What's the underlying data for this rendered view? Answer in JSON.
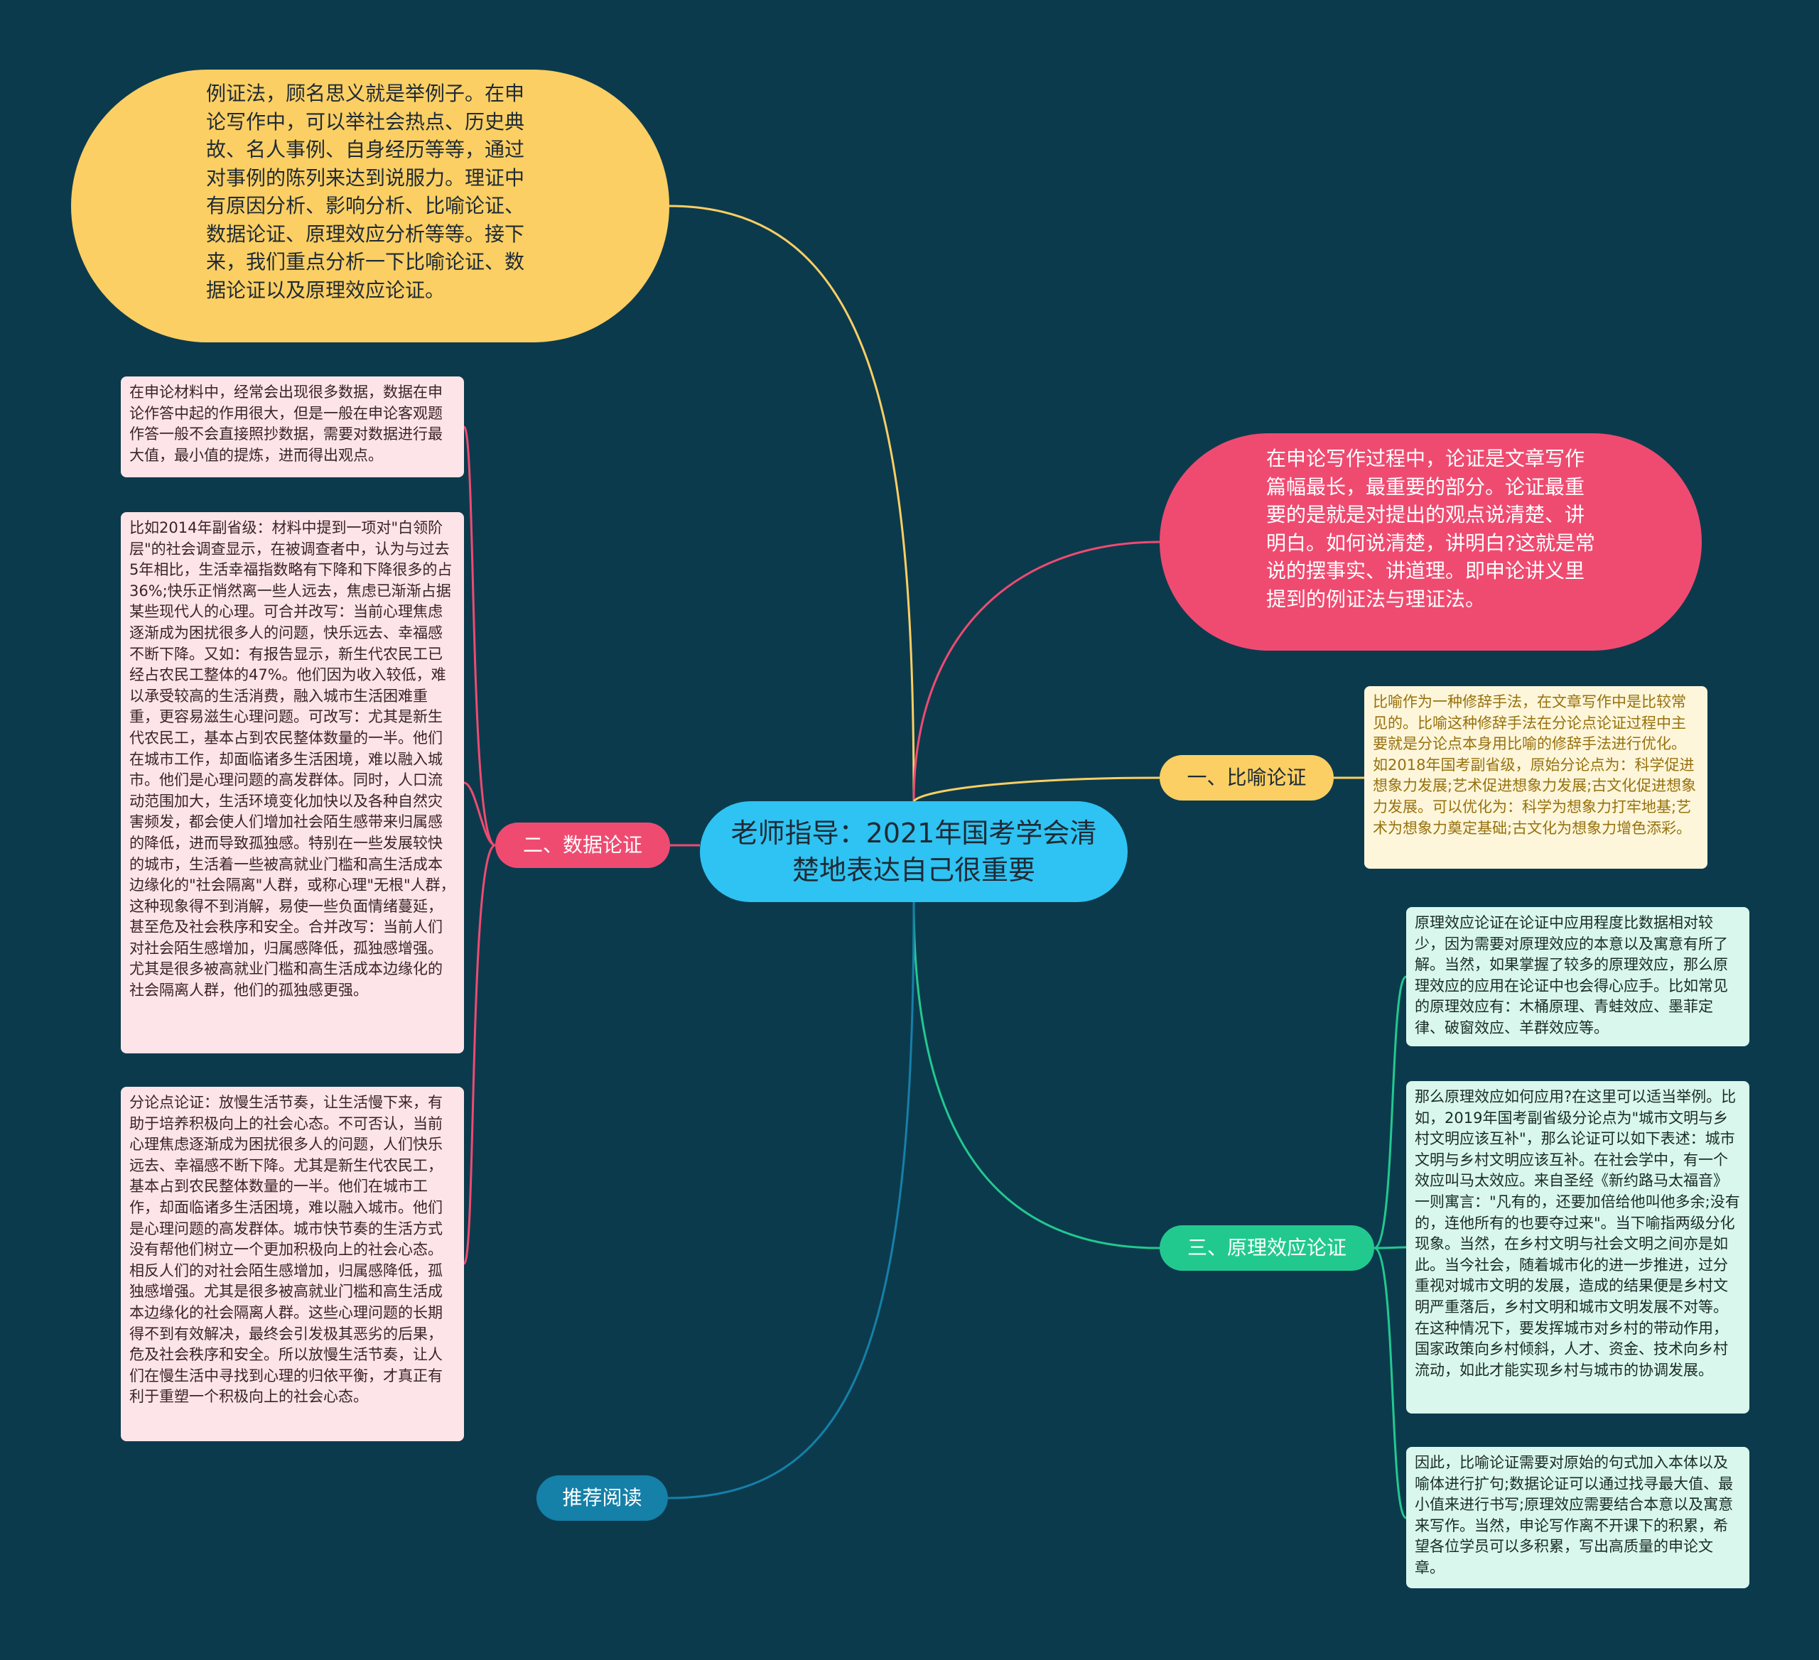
{
  "center": {
    "title": "老师指导：2021年国考学会清楚地表达自己很重要"
  },
  "intro_top": "例证法，顾名思义就是举例子。在申论写作中，可以举社会热点、历史典故、名人事例、自身经历等等，通过对事例的陈列来达到说服力。理证中有原因分析、影响分析、比喻论证、数据论证、原理效应分析等等。接下来，我们重点分析一下比喻论证、数据论证以及原理效应论证。",
  "intro_right": "在申论写作过程中，论证是文章写作篇幅最长，最重要的部分。论证最重要的是就是对提出的观点说清楚、讲明白。如何说清楚，讲明白?这就是常说的摆事实、讲道理。即申论讲义里提到的例证法与理证法。",
  "branches": {
    "metaphor": {
      "label": "一、比喻论证",
      "leaf": "比喻作为一种修辞手法，在文章写作中是比较常见的。比喻这种修辞手法在分论点论证过程中主要就是分论点本身用比喻的修辞手法进行优化。如2018年国考副省级，原始分论点为：科学促进想象力发展;艺术促进想象力发展;古文化促进想象力发展。可以优化为：科学为想象力打牢地基;艺术为想象力奠定基础;古文化为想象力增色添彩。"
    },
    "data": {
      "label": "二、数据论证",
      "leaves": [
        "在申论材料中，经常会出现很多数据，数据在申论作答中起的作用很大，但是一般在申论客观题作答一般不会直接照抄数据，需要对数据进行最大值，最小值的提炼，进而得出观点。",
        "比如2014年副省级：材料中提到一项对\"白领阶层\"的社会调查显示，在被调查者中，认为与过去5年相比，生活幸福指数略有下降和下降很多的占36%;快乐正悄然离一些人远去，焦虑已渐渐占据某些现代人的心理。可合并改写：当前心理焦虑逐渐成为困扰很多人的问题，快乐远去、幸福感不断下降。又如：有报告显示，新生代农民工已经占农民工整体的47%。他们因为收入较低，难以承受较高的生活消费，融入城市生活困难重重，更容易滋生心理问题。可改写：尤其是新生代农民工，基本占到农民整体数量的一半。他们在城市工作，却面临诸多生活困境，难以融入城市。他们是心理问题的高发群体。同时，人口流动范围加大，生活环境变化加快以及各种自然灾害频发，都会使人们增加社会陌生感带来归属感的降低，进而导致孤独感。特别在一些发展较快的城市，生活着一些被高就业门槛和高生活成本边缘化的\"社会隔离\"人群，或称心理\"无根\"人群，这种现象得不到消解，易使一些负面情绪蔓延，甚至危及社会秩序和安全。合并改写：当前人们对社会陌生感增加，归属感降低，孤独感增强。尤其是很多被高就业门槛和高生活成本边缘化的社会隔离人群，他们的孤独感更强。",
        "分论点论证：放慢生活节奏，让生活慢下来，有助于培养积极向上的社会心态。不可否认，当前心理焦虑逐渐成为困扰很多人的问题，人们快乐远去、幸福感不断下降。尤其是新生代农民工，基本占到农民整体数量的一半。他们在城市工作，却面临诸多生活困境，难以融入城市。他们是心理问题的高发群体。城市快节奏的生活方式没有帮他们树立一个更加积极向上的社会心态。相反人们的对社会陌生感增加，归属感降低，孤独感增强。尤其是很多被高就业门槛和高生活成本边缘化的社会隔离人群。这些心理问题的长期得不到有效解决，最终会引发极其恶劣的后果，危及社会秩序和安全。所以放慢生活节奏，让人们在慢生活中寻找到心理的归依平衡，才真正有利于重塑一个积极向上的社会心态。"
      ]
    },
    "principle": {
      "label": "三、原理效应论证",
      "leaves": [
        "原理效应论证在论证中应用程度比数据相对较少，因为需要对原理效应的本意以及寓意有所了解。当然，如果掌握了较多的原理效应，那么原理效应的应用在论证中也会得心应手。比如常见的原理效应有：木桶原理、青蛙效应、墨菲定律、破窗效应、羊群效应等。",
        "那么原理效应如何应用?在这里可以适当举例。比如，2019年国考副省级分论点为\"城市文明与乡村文明应该互补\"，那么论证可以如下表述：城市文明与乡村文明应该互补。在社会学中，有一个效应叫马太效应。来自圣经《新约路马太福音》一则寓言：\"凡有的，还要加倍给他叫他多余;没有的，连他所有的也要夺过来\"。当下喻指两级分化现象。当然，在乡村文明与社会文明之间亦是如此。当今社会，随着城市化的进一步推进，过分重视对城市文明的发展，造成的结果便是乡村文明严重落后，乡村文明和城市文明发展不对等。在这种情况下，要发挥城市对乡村的带动作用，国家政策向乡村倾斜，人才、资金、技术向乡村流动，如此才能实现乡村与城市的协调发展。",
        "因此，比喻论证需要对原始的句式加入本体以及喻体进行扩句;数据论证可以通过找寻最大值、最小值来进行书写;原理效应需要结合本意以及寓意来写作。当然，申论写作离不开课下的积累，希望各位学员可以多积累，写出高质量的申论文章。"
      ]
    },
    "recommend": {
      "label": "推荐阅读"
    }
  },
  "colors": {
    "background": "#0c3a4d",
    "center": "#2ec3f2",
    "yellow": "#fbcf63",
    "pink": "#ef4b71",
    "green": "#22c98f",
    "blue": "#1580a8"
  }
}
